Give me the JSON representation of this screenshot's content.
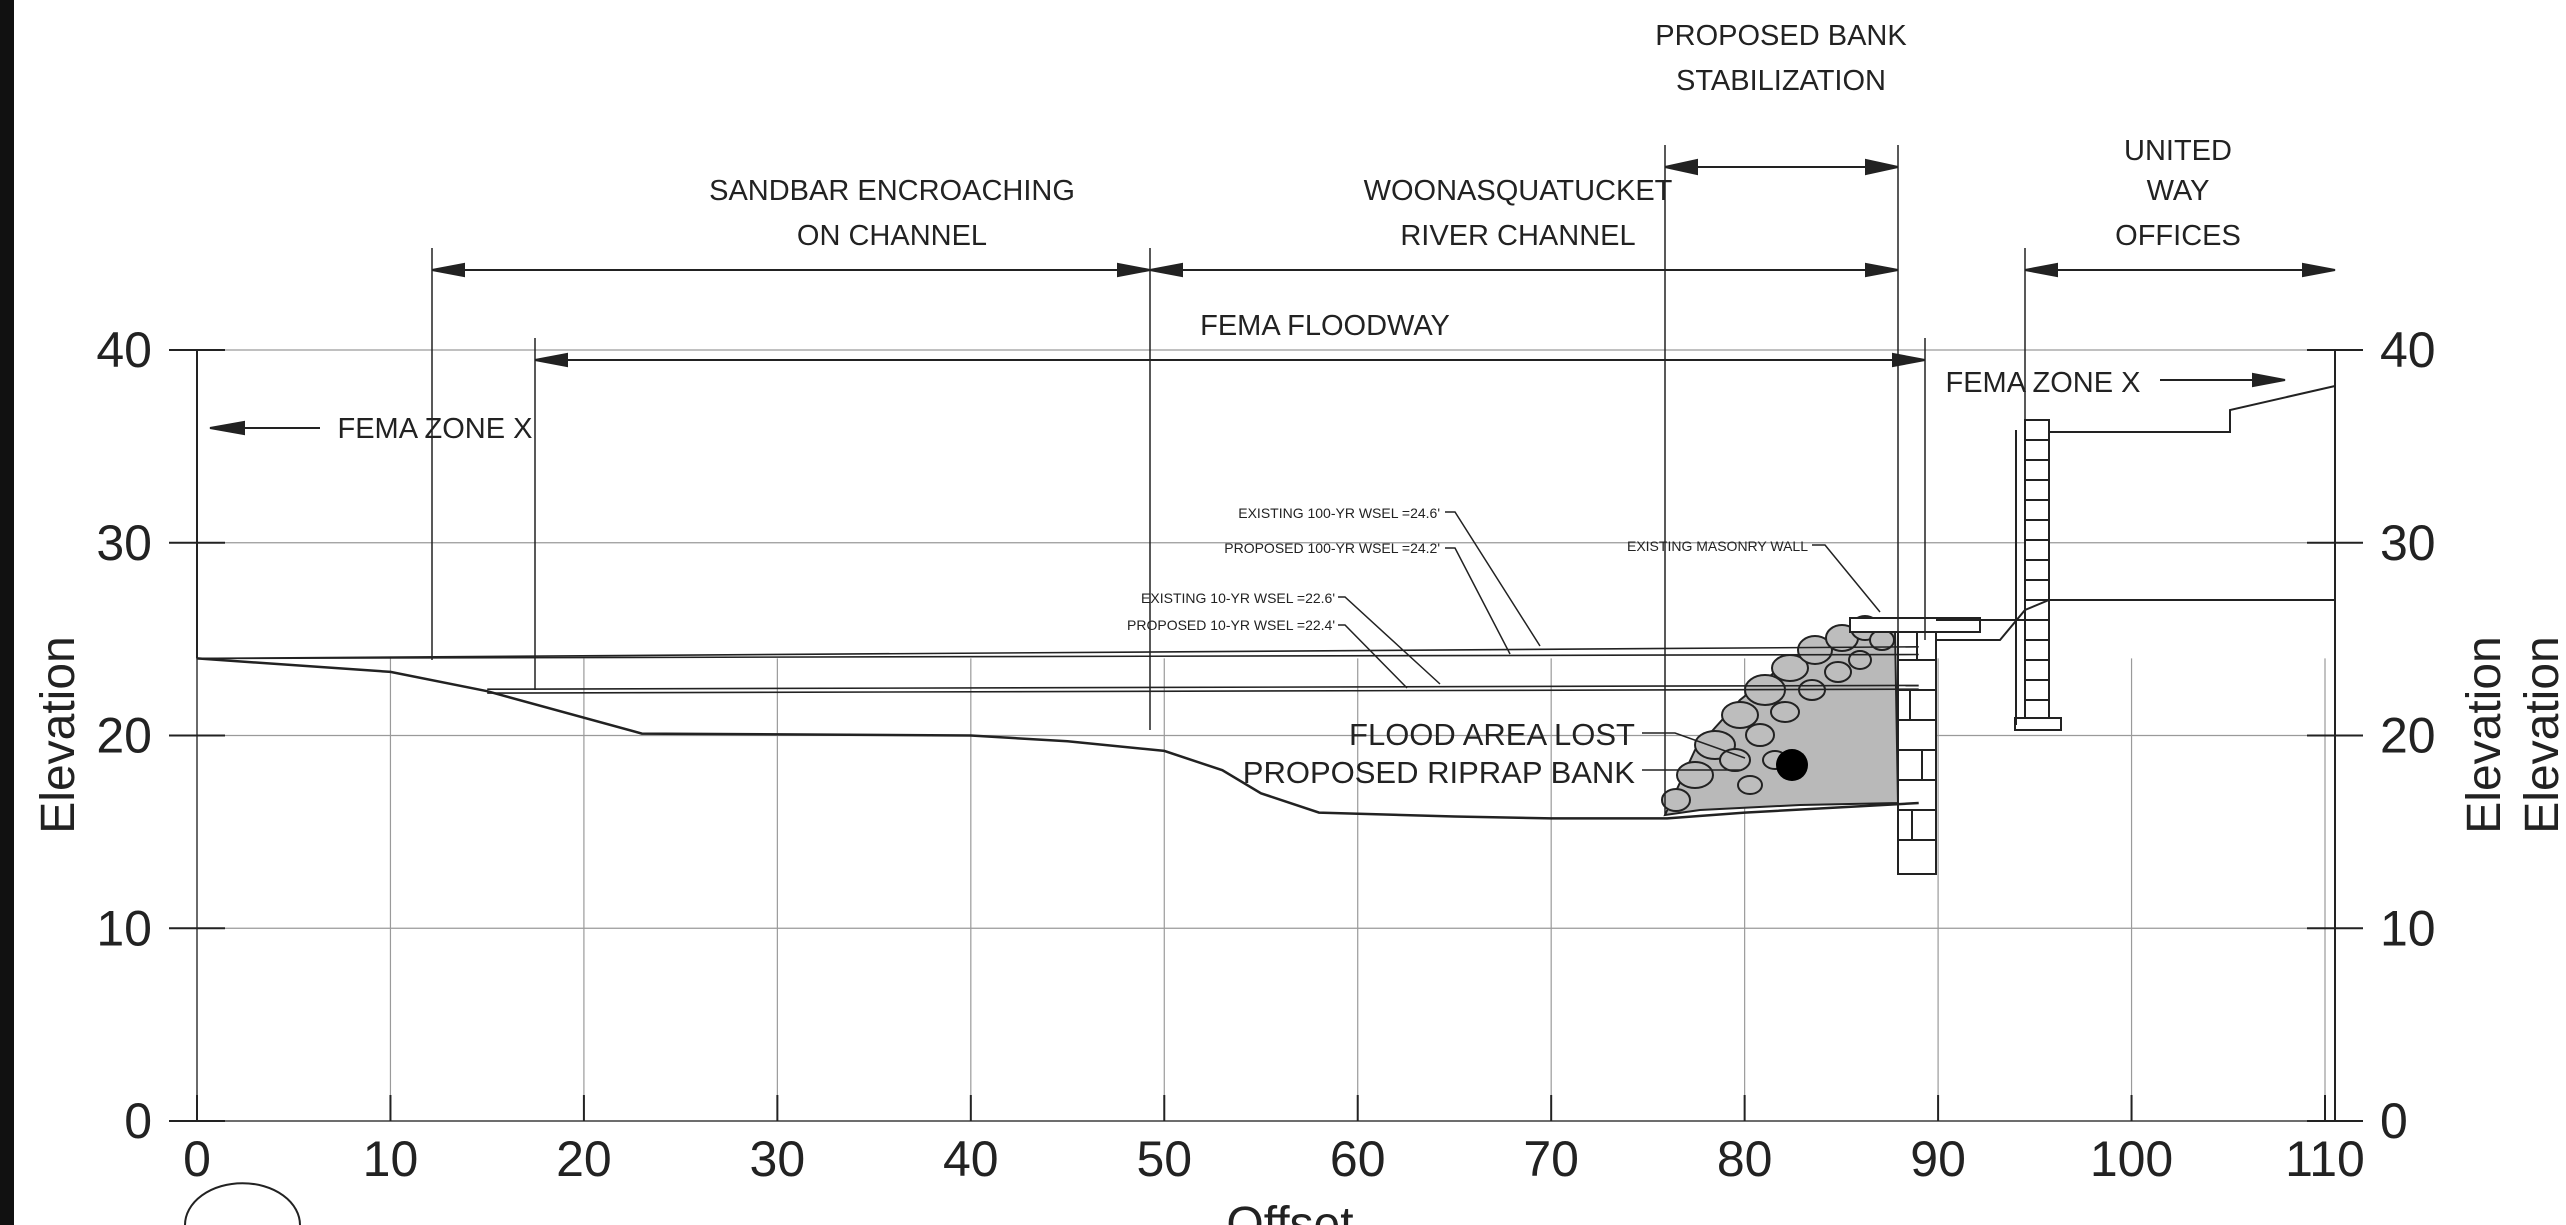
{
  "axes": {
    "x_title": "Offset",
    "y_title_left": "Elevation",
    "y_title_right": "Elevation",
    "y_title_right_dup": "Elevation",
    "x_ticks": [
      "0",
      "10",
      "20",
      "30",
      "40",
      "50",
      "60",
      "70",
      "80",
      "90",
      "100",
      "110"
    ],
    "y_ticks": [
      "0",
      "10",
      "20",
      "30",
      "40"
    ],
    "x_range": [
      0,
      111
    ],
    "y_range": [
      0,
      40
    ]
  },
  "labels": {
    "proposed_bank_1": "PROPOSED BANK",
    "proposed_bank_2": "STABILIZATION",
    "united_1": "UNITED",
    "united_2": "WAY",
    "united_3": "OFFICES",
    "sandbar_1": "SANDBAR ENCROACHING",
    "sandbar_2": "ON CHANNEL",
    "river_1": "WOONASQUATUCKET",
    "river_2": "RIVER CHANNEL",
    "floodway": "FEMA FLOODWAY",
    "zone_x_left": "FEMA ZONE X",
    "zone_x_right": "FEMA ZONE X",
    "flood_area_lost": "FLOOD AREA LOST",
    "riprap_bank": "PROPOSED RIPRAP BANK",
    "masonry_wall": "EXISTING MASONRY WALL",
    "wsel_100_existing": "EXISTING 100-YR WSEL =24.6'",
    "wsel_100_proposed": "PROPOSED 100-YR WSEL =24.2'",
    "wsel_10_existing": "EXISTING 10-YR WSEL =22.6'",
    "wsel_10_proposed": "PROPOSED 10-YR WSEL =22.4'"
  },
  "chart_data": {
    "type": "line",
    "xlabel": "Offset",
    "ylabel": "Elevation",
    "xlim": [
      0,
      111
    ],
    "ylim": [
      0,
      40
    ],
    "series": [
      {
        "values": [
          [
            0,
            24
          ],
          [
            10,
            23.3
          ],
          [
            15,
            22.3
          ],
          [
            23,
            20.1
          ],
          [
            40,
            20
          ],
          [
            45,
            19.7
          ],
          [
            50,
            19.2
          ],
          [
            53,
            18.2
          ],
          [
            55,
            17
          ],
          [
            58,
            16
          ],
          [
            65,
            15.8
          ],
          [
            70,
            15.7
          ],
          [
            76,
            15.7
          ],
          [
            80,
            16
          ],
          [
            89,
            16.5
          ]
        ]
      },
      {
        "name": "EXISTING 100-YR WSEL",
        "values": [
          [
            0,
            24
          ],
          [
            89,
            24.6
          ]
        ]
      },
      {
        "name": "PROPOSED 100-YR WSEL",
        "values": [
          [
            0,
            24
          ],
          [
            89,
            24.2
          ]
        ]
      },
      {
        "name": "EXISTING 10-YR WSEL",
        "values": [
          [
            15,
            22.4
          ],
          [
            89,
            22.6
          ]
        ]
      },
      {
        "name": "PROPOSED 10-YR WSEL",
        "values": [
          [
            15,
            22.2
          ],
          [
            89,
            22.4
          ]
        ]
      }
    ]
  },
  "colors": {
    "ink": "#222222",
    "grid": "#9a9a9a",
    "riprap_fill": "#b9b9b9",
    "paper": "#ffffff"
  }
}
